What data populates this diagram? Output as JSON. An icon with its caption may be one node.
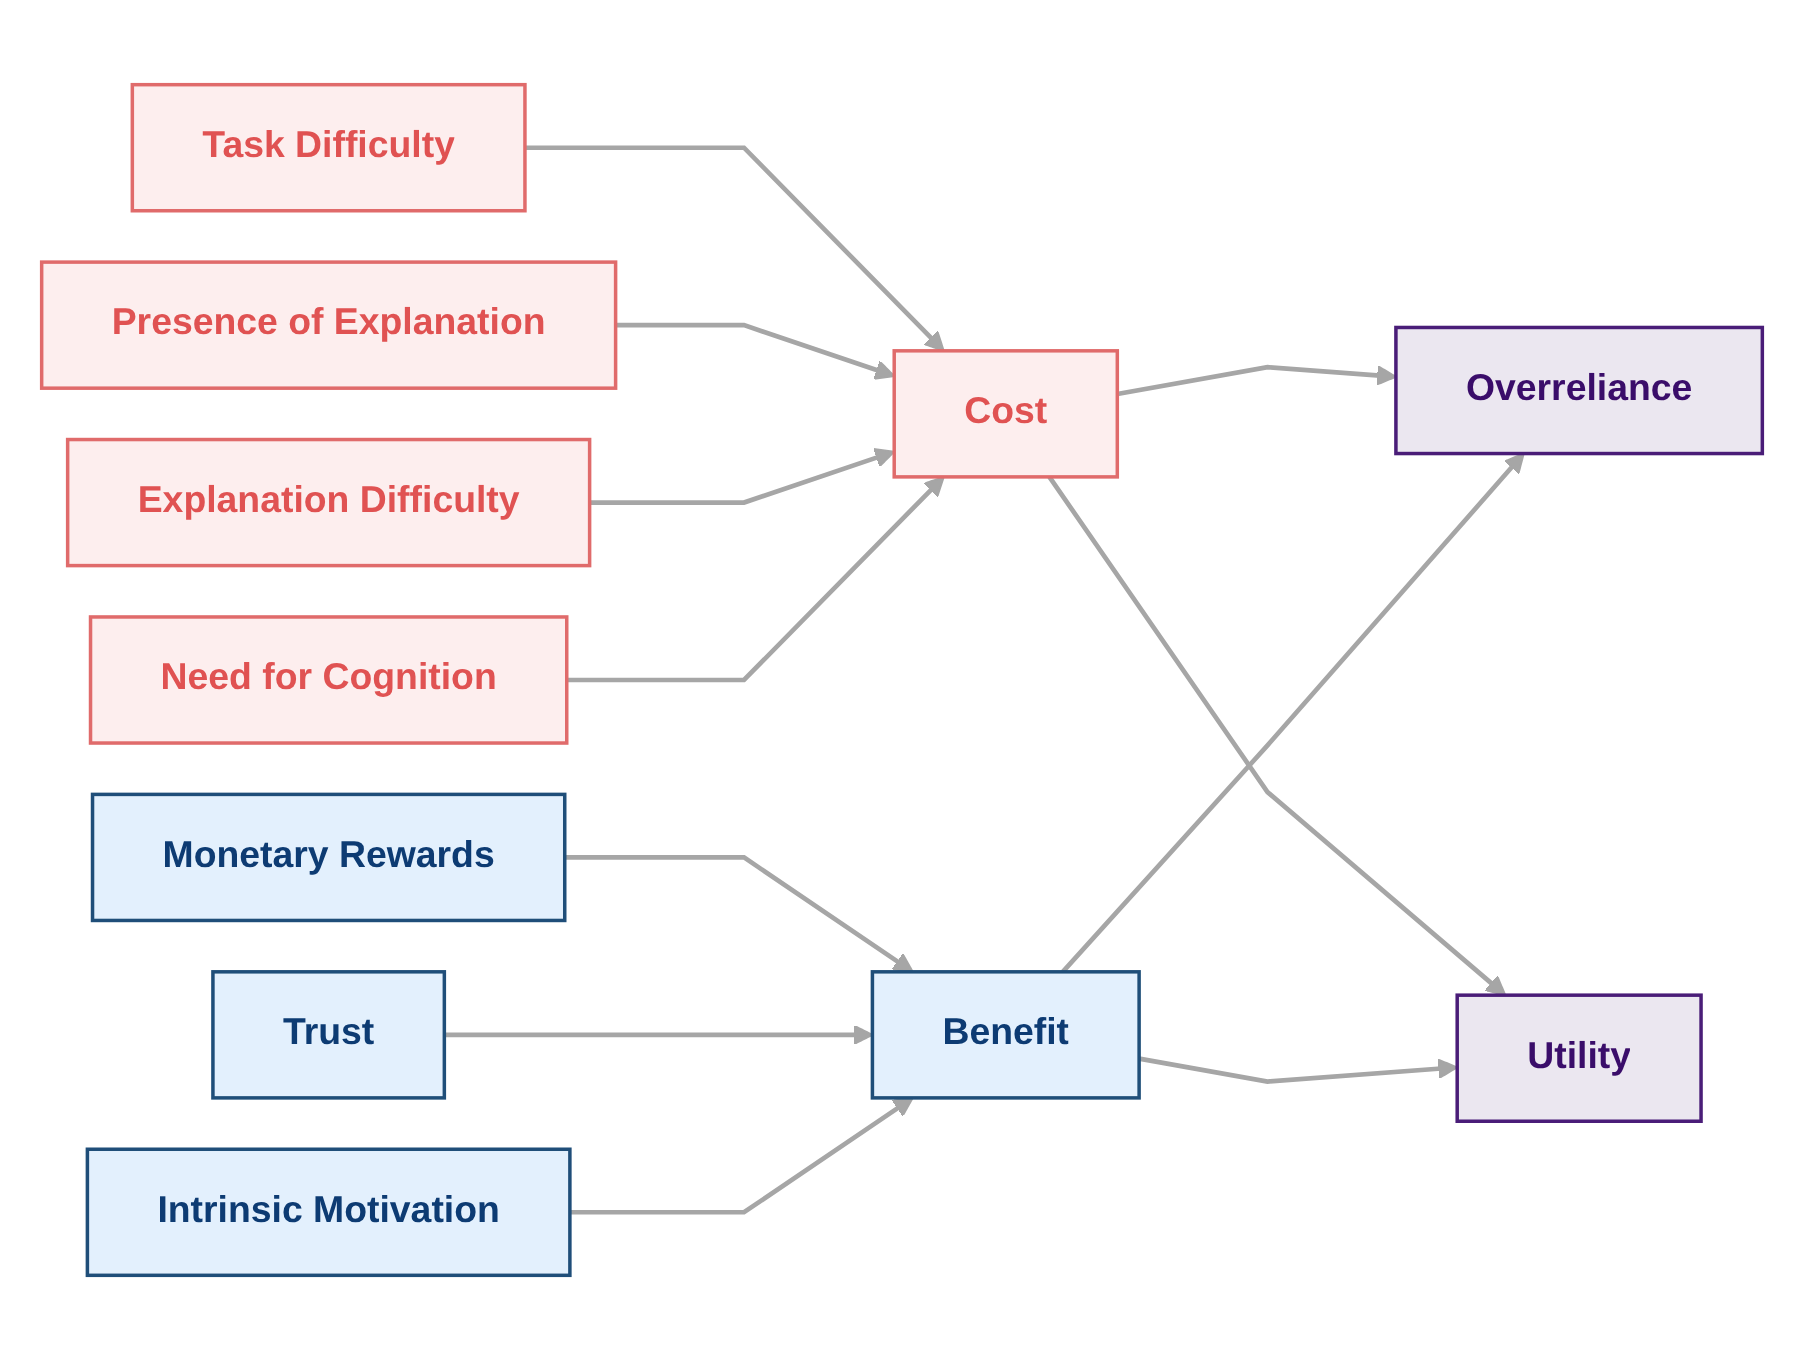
{
  "diagram": {
    "nodes": [
      {
        "text": [
          "Task Difficulty"
        ]
      },
      {
        "text": [
          "Presence of Explanation"
        ]
      },
      {
        "text": [
          "Explanation Difficulty"
        ]
      },
      {
        "text": [
          "Need for Cognition"
        ]
      },
      {
        "text": [
          "Monetary Rewards"
        ]
      },
      {
        "text": [
          "Trust"
        ]
      },
      {
        "text": [
          "Intrinsic Motivation"
        ]
      },
      {
        "text": [
          "Cost"
        ]
      },
      {
        "text": [
          "Benefit"
        ]
      },
      {
        "text": [
          "Overreliance"
        ]
      },
      {
        "text": [
          "Utility"
        ]
      }
    ],
    "edges": [
      {
        "from": 0,
        "to": 7,
        "arrow": "to"
      },
      {
        "from": 1,
        "to": 7,
        "arrow": "to"
      },
      {
        "from": 2,
        "to": 7,
        "arrow": "to"
      },
      {
        "from": 3,
        "to": 7,
        "arrow": "to"
      },
      {
        "from": 4,
        "to": 8,
        "arrow": "to"
      },
      {
        "from": 5,
        "to": 8,
        "arrow": "to"
      },
      {
        "from": 6,
        "to": 8,
        "arrow": "to"
      },
      {
        "from": 7,
        "to": 9,
        "arrow": "to"
      },
      {
        "from": 7,
        "to": 10,
        "arrow": "to"
      },
      {
        "from": 8,
        "to": 9,
        "arrow": "to"
      },
      {
        "from": 8,
        "to": 10,
        "arrow": "to"
      }
    ]
  }
}
